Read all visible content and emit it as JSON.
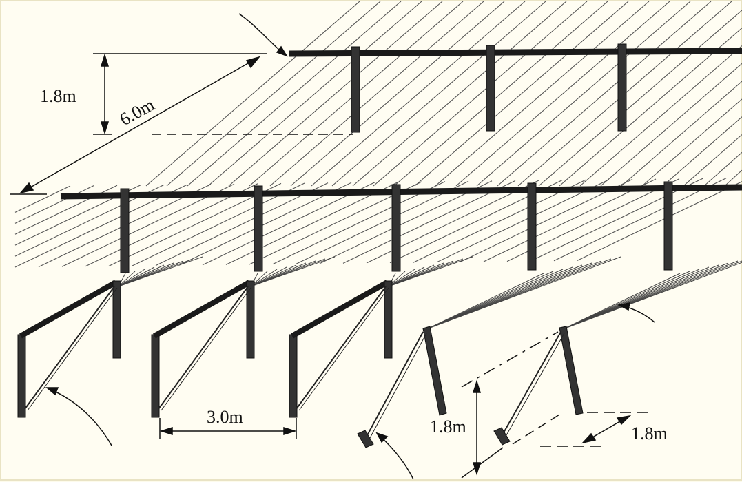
{
  "labels": {
    "top_height": "1.8m",
    "diagonal_length": "6.0m",
    "frame_spacing": "3.0m",
    "bottom_height": "1.8m",
    "bottom_depth": "1.8m"
  },
  "colors": {
    "background": "#fffdf2",
    "ink": "#1a1a1a",
    "hatch": "#555555"
  }
}
